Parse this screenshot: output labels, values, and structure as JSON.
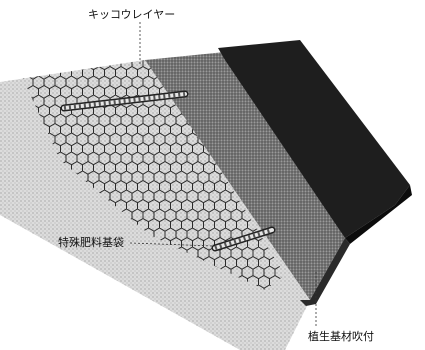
{
  "labels": {
    "wire_mesh": "キッコウレイヤー",
    "fertilizer_bag": "特殊肥料基袋",
    "substrate_spray": "植生基材吹付"
  },
  "colors": {
    "slope_surface": "#d9d9d9",
    "substrate": "#8a8a8a",
    "mat": "#1c1c1c",
    "mesh": "#222222"
  }
}
